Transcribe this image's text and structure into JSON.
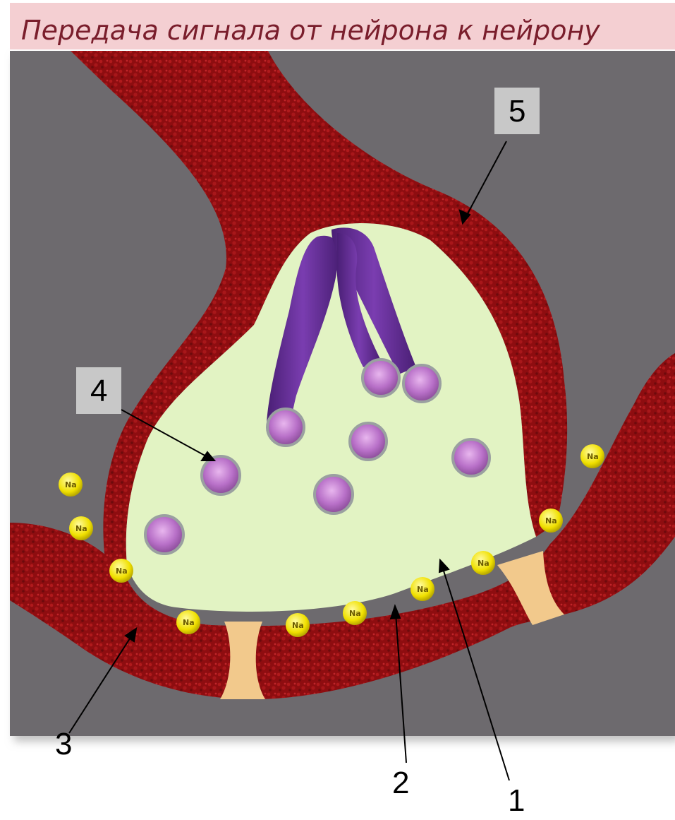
{
  "title": "Передача сигнала от нейрона к нейрону",
  "ion_label": "Na",
  "labels": {
    "l1": "1",
    "l2": "2",
    "l3": "3",
    "l4": "4",
    "l5": "5"
  },
  "colors": {
    "background": "#6d6b6e",
    "title_band": "#f4cfd2",
    "membrane": "#8e0d10",
    "terminal_fill": "#e2f3c3",
    "microtubule": "#6a2f9a",
    "vesicle": "#c884d6",
    "ion": "#f0e000",
    "receptor": "#f2c98c",
    "label_box": "#c8c8c8"
  },
  "icons": [
    "sodium-ion-icon",
    "vesicle-icon",
    "arrow-icon"
  ]
}
